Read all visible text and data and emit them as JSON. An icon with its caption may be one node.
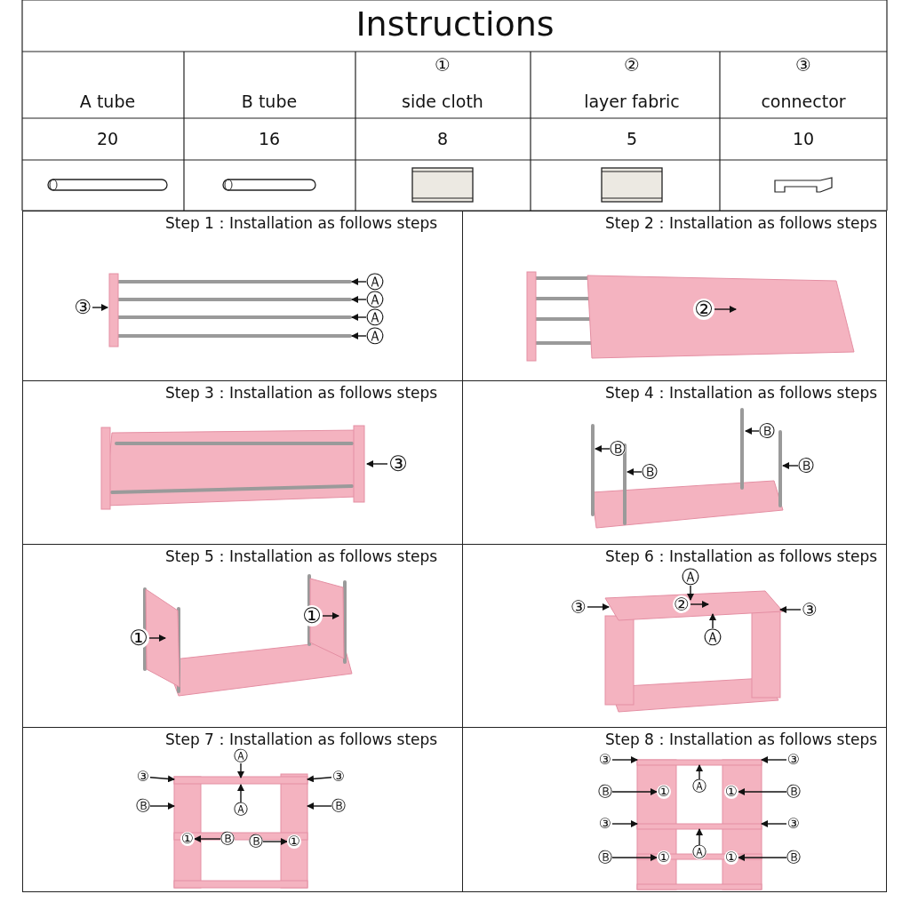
{
  "diagram": {
    "title": "Instructions",
    "nodes": [
      {
        "text": [
          "Step 1：Installation as follows steps"
        ]
      },
      {
        "text": [
          "③"
        ],
        "in": 0
      },
      {
        "text": [
          "Ⓐ"
        ],
        "in": 0
      },
      {
        "text": [
          "Ⓐ"
        ],
        "in": 0
      },
      {
        "text": [
          "Ⓐ"
        ],
        "in": 0
      },
      {
        "text": [
          "Ⓐ"
        ],
        "in": 0
      },
      {
        "text": [
          "Step 2：Installation as follows steps"
        ]
      },
      {
        "text": [
          "②"
        ],
        "in": 6
      },
      {
        "text": [
          "Step 3：Installation as follows steps"
        ]
      },
      {
        "text": [
          "③"
        ],
        "in": 8
      },
      {
        "text": [
          "Step 4：Installation as follows steps"
        ]
      },
      {
        "text": [
          "Ⓑ"
        ],
        "in": 10
      },
      {
        "text": [
          "Ⓑ"
        ],
        "in": 10
      },
      {
        "text": [
          "Ⓑ"
        ],
        "in": 10
      },
      {
        "text": [
          "Ⓑ"
        ],
        "in": 10
      },
      {
        "text": [
          "Step 5：Installation as follows steps"
        ]
      },
      {
        "text": [
          "①"
        ],
        "in": 15
      },
      {
        "text": [
          "①"
        ],
        "in": 15
      },
      {
        "text": [
          "Step 6：Installation as follows steps"
        ]
      },
      {
        "text": [
          "Ⓐ"
        ],
        "in": 18
      },
      {
        "text": [
          "③"
        ],
        "in": 18
      },
      {
        "text": [
          "②"
        ],
        "in": 18
      },
      {
        "text": [
          "③"
        ],
        "in": 18
      },
      {
        "text": [
          "Ⓐ"
        ],
        "in": 18
      },
      {
        "text": [
          "Step 7：Installation as follows steps"
        ]
      },
      {
        "text": [
          "Ⓐ"
        ],
        "in": 24
      },
      {
        "text": [
          "③"
        ],
        "in": 24
      },
      {
        "text": [
          "③"
        ],
        "in": 24
      },
      {
        "text": [
          "Ⓐ"
        ],
        "in": 24
      },
      {
        "text": [
          "Ⓑ"
        ],
        "in": 24
      },
      {
        "text": [
          "①"
        ],
        "in": 24
      },
      {
        "text": [
          "Ⓑ"
        ],
        "in": 24
      },
      {
        "text": [
          "Ⓑ"
        ],
        "in": 24
      },
      {
        "text": [
          "①"
        ],
        "in": 24
      },
      {
        "text": [
          "Ⓑ"
        ],
        "in": 24
      },
      {
        "text": [
          "Step 8：Installation as follows steps"
        ]
      },
      {
        "text": [
          "③"
        ],
        "in": 35
      },
      {
        "text": [
          "③"
        ],
        "in": 35
      },
      {
        "text": [
          "Ⓐ"
        ],
        "in": 35
      },
      {
        "text": [
          "Ⓑ"
        ],
        "in": 35
      },
      {
        "text": [
          "①"
        ],
        "in": 35
      },
      {
        "text": [
          "①"
        ],
        "in": 35
      },
      {
        "text": [
          "Ⓑ"
        ],
        "in": 35
      },
      {
        "text": [
          "③"
        ],
        "in": 35
      },
      {
        "text": [
          "③"
        ],
        "in": 35
      },
      {
        "text": [
          "Ⓐ"
        ],
        "in": 35
      },
      {
        "text": [
          "Ⓑ"
        ],
        "in": 35
      },
      {
        "text": [
          "①"
        ],
        "in": 35
      },
      {
        "text": [
          "①"
        ],
        "in": 35
      },
      {
        "text": [
          "Ⓑ"
        ],
        "in": 35
      }
    ],
    "edges": [
      {
        "from": 1,
        "to": null,
        "arrow": "to"
      },
      {
        "from": 2,
        "to": null,
        "arrow": "to"
      },
      {
        "from": 3,
        "to": null,
        "arrow": "to"
      },
      {
        "from": 4,
        "to": null,
        "arrow": "to"
      },
      {
        "from": 5,
        "to": null,
        "arrow": "to"
      },
      {
        "from": 7,
        "to": null,
        "arrow": "to"
      },
      {
        "from": 9,
        "to": null,
        "arrow": "to"
      },
      {
        "from": 11,
        "to": null,
        "arrow": "to"
      },
      {
        "from": 12,
        "to": null,
        "arrow": "to"
      },
      {
        "from": 13,
        "to": null,
        "arrow": "to"
      },
      {
        "from": 14,
        "to": null,
        "arrow": "to"
      },
      {
        "from": 16,
        "to": null,
        "arrow": "to"
      },
      {
        "from": 17,
        "to": null,
        "arrow": "to"
      },
      {
        "from": 19,
        "to": null,
        "arrow": "to"
      },
      {
        "from": 20,
        "to": null,
        "arrow": "to"
      },
      {
        "from": 21,
        "to": null,
        "arrow": "to"
      },
      {
        "from": 22,
        "to": null,
        "arrow": "to"
      },
      {
        "from": 23,
        "to": null,
        "arrow": "to"
      },
      {
        "from": 25,
        "to": null,
        "arrow": "to"
      },
      {
        "from": 26,
        "to": null,
        "arrow": "to"
      },
      {
        "from": 27,
        "to": null,
        "arrow": "to"
      },
      {
        "from": 28,
        "to": null,
        "arrow": "to"
      },
      {
        "from": 29,
        "to": null,
        "arrow": "to"
      },
      {
        "from": 31,
        "to": 30,
        "arrow": "to"
      },
      {
        "from": 32,
        "to": 33,
        "arrow": "to"
      },
      {
        "from": 34,
        "to": null,
        "arrow": "to"
      },
      {
        "from": 36,
        "to": null,
        "arrow": "to"
      },
      {
        "from": 37,
        "to": null,
        "arrow": "to"
      },
      {
        "from": 38,
        "to": null,
        "arrow": "to"
      },
      {
        "from": 39,
        "to": 40,
        "arrow": "to"
      },
      {
        "from": 42,
        "to": 41,
        "arrow": "to"
      },
      {
        "from": 43,
        "to": null,
        "arrow": "to"
      },
      {
        "from": 44,
        "to": null,
        "arrow": "to"
      },
      {
        "from": 45,
        "to": null,
        "arrow": "to"
      },
      {
        "from": 46,
        "to": 47,
        "arrow": "to"
      },
      {
        "from": 49,
        "to": 48,
        "arrow": "to"
      }
    ],
    "labels": [
      "①",
      "②",
      "③",
      "A tube",
      "B tube",
      "side cloth",
      "layer fabric",
      "connector",
      "20",
      "16",
      "8",
      "5",
      "10"
    ]
  }
}
